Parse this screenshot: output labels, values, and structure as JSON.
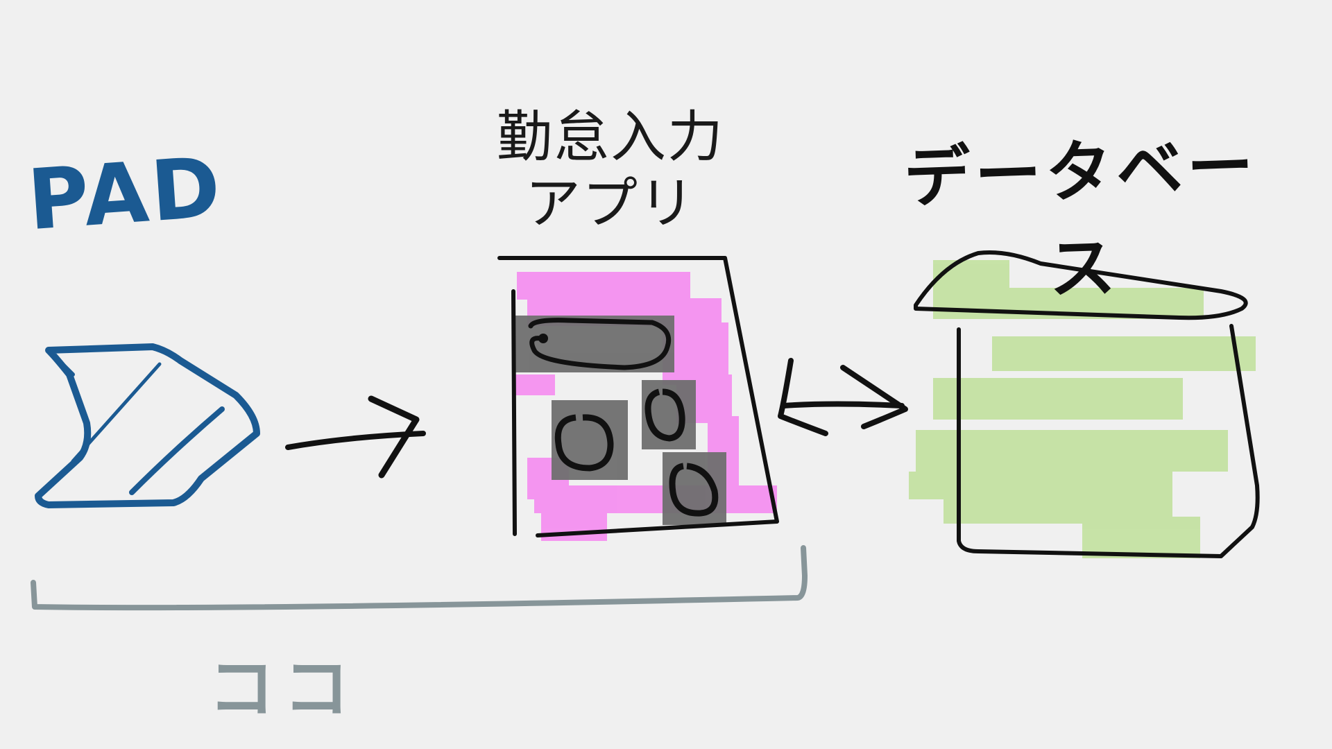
{
  "labels": {
    "pad": "PAD",
    "app_line1": "勤怠入力",
    "app_line2": "アプリ",
    "database": "データベース",
    "bracket_note": "ココ"
  },
  "colors": {
    "background": "#f0f0f0",
    "pad_blue": "#1b5a92",
    "ink_black": "#111111",
    "highlight_pink": "#f58cf0",
    "highlight_green": "#bfe09a",
    "grey_block": "#6f6f6f",
    "bracket_grey": "#879599"
  },
  "icons": {
    "pad": "power-automate-desktop-icon",
    "app": "app-form-sketch-icon",
    "database": "database-box-sketch-icon"
  }
}
